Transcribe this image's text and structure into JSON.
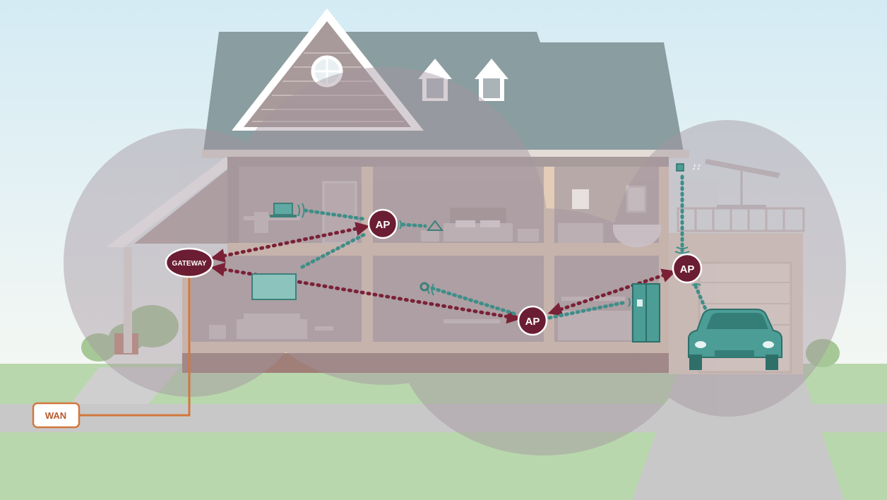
{
  "nodes": {
    "gateway": "GATEWAY",
    "ap_upstairs": "AP",
    "ap_downstairs": "AP",
    "ap_garage": "AP",
    "wan": "WAN"
  },
  "colors": {
    "sky_top": "#d6ecf4",
    "sky_bottom": "#f2f6f4",
    "grass": "#b9d7ad",
    "road": "#c9c9c9",
    "roof": "#8a9da0",
    "house_wall": "#a79a9a",
    "interior": "#b7aaa8",
    "floor": "#e3cdb8",
    "coverage": "#a89aa6",
    "node": "#6b1d33",
    "wired_link": "#7a2137",
    "wireless_link": "#3f8e88",
    "wan_line": "#d2773d",
    "device": "#4b9d96"
  },
  "icons": [
    "laptop-icon",
    "tv-icon",
    "camera-icon",
    "thermostat-icon",
    "fridge-icon",
    "speaker-icon",
    "car-icon",
    "wifi-wave-icon"
  ]
}
